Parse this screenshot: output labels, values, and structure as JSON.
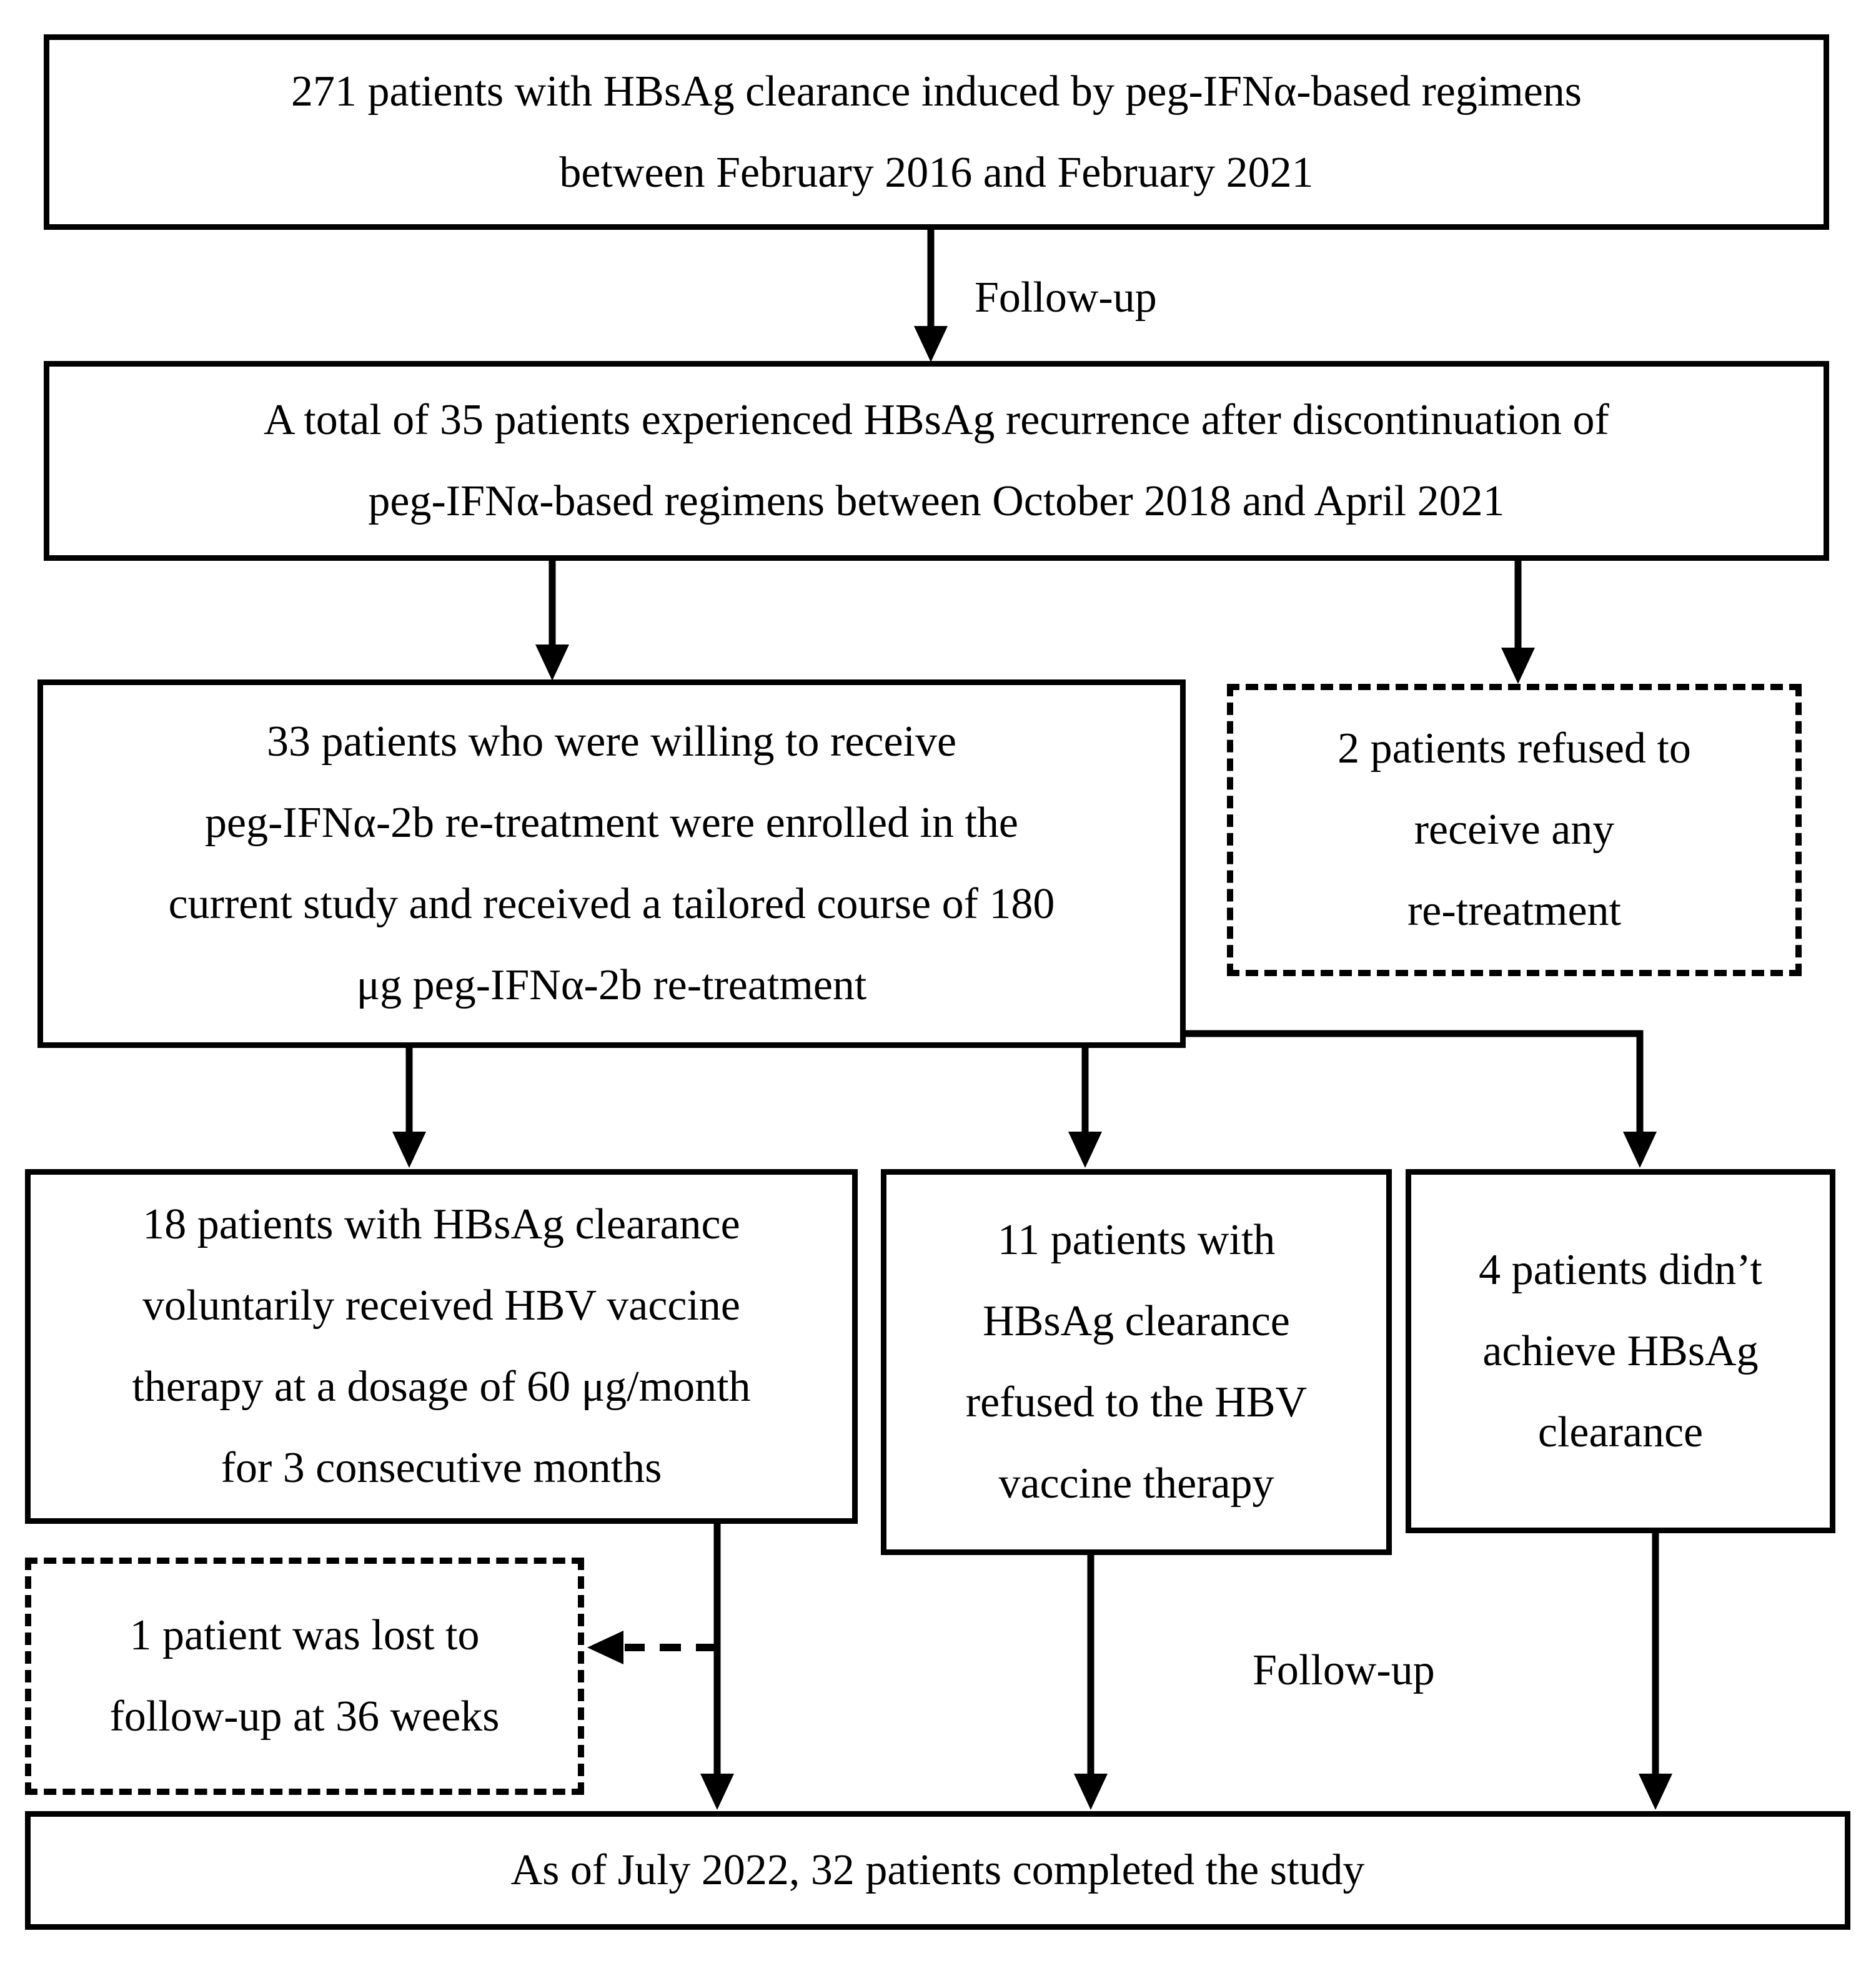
{
  "colors": {
    "line": "#000000",
    "background": "#ffffff",
    "text": "#000000"
  },
  "boxes": {
    "screened": {
      "lines": [
        "271 patients with HBsAg clearance induced by peg-IFNα-based regimens",
        "between February 2016 and February 2021"
      ]
    },
    "recurrence": {
      "lines": [
        "A total of 35 patients experienced HBsAg recurrence after discontinuation of",
        "peg-IFNα-based regimens between October 2018 and April 2021"
      ]
    },
    "enrolled": {
      "lines": [
        "33 patients who were willing to receive",
        "peg-IFNα-2b re-treatment were enrolled in the",
        "current study and received a tailored course of 180",
        "μg peg-IFNα-2b re-treatment"
      ]
    },
    "refused_retreatment": {
      "lines": [
        "2 patients refused to",
        "receive any",
        "re-treatment"
      ]
    },
    "vaccine": {
      "lines": [
        "18 patients with HBsAg clearance",
        "voluntarily received HBV vaccine",
        "therapy at a dosage of 60 μg/month",
        "for 3 consecutive months"
      ]
    },
    "refused_vaccine": {
      "lines": [
        "11 patients with",
        "HBsAg clearance",
        "refused to the HBV",
        "vaccine therapy"
      ]
    },
    "no_clearance": {
      "lines": [
        "4 patients didn’t",
        "achieve HBsAg",
        "clearance"
      ]
    },
    "lost": {
      "lines": [
        "1 patient was lost to",
        "follow-up at 36 weeks"
      ]
    },
    "completed": {
      "lines": [
        "As of July 2022, 32 patients completed the study"
      ]
    }
  },
  "labels": {
    "followup_top": "Follow-up",
    "followup_bottom": "Follow-up"
  }
}
